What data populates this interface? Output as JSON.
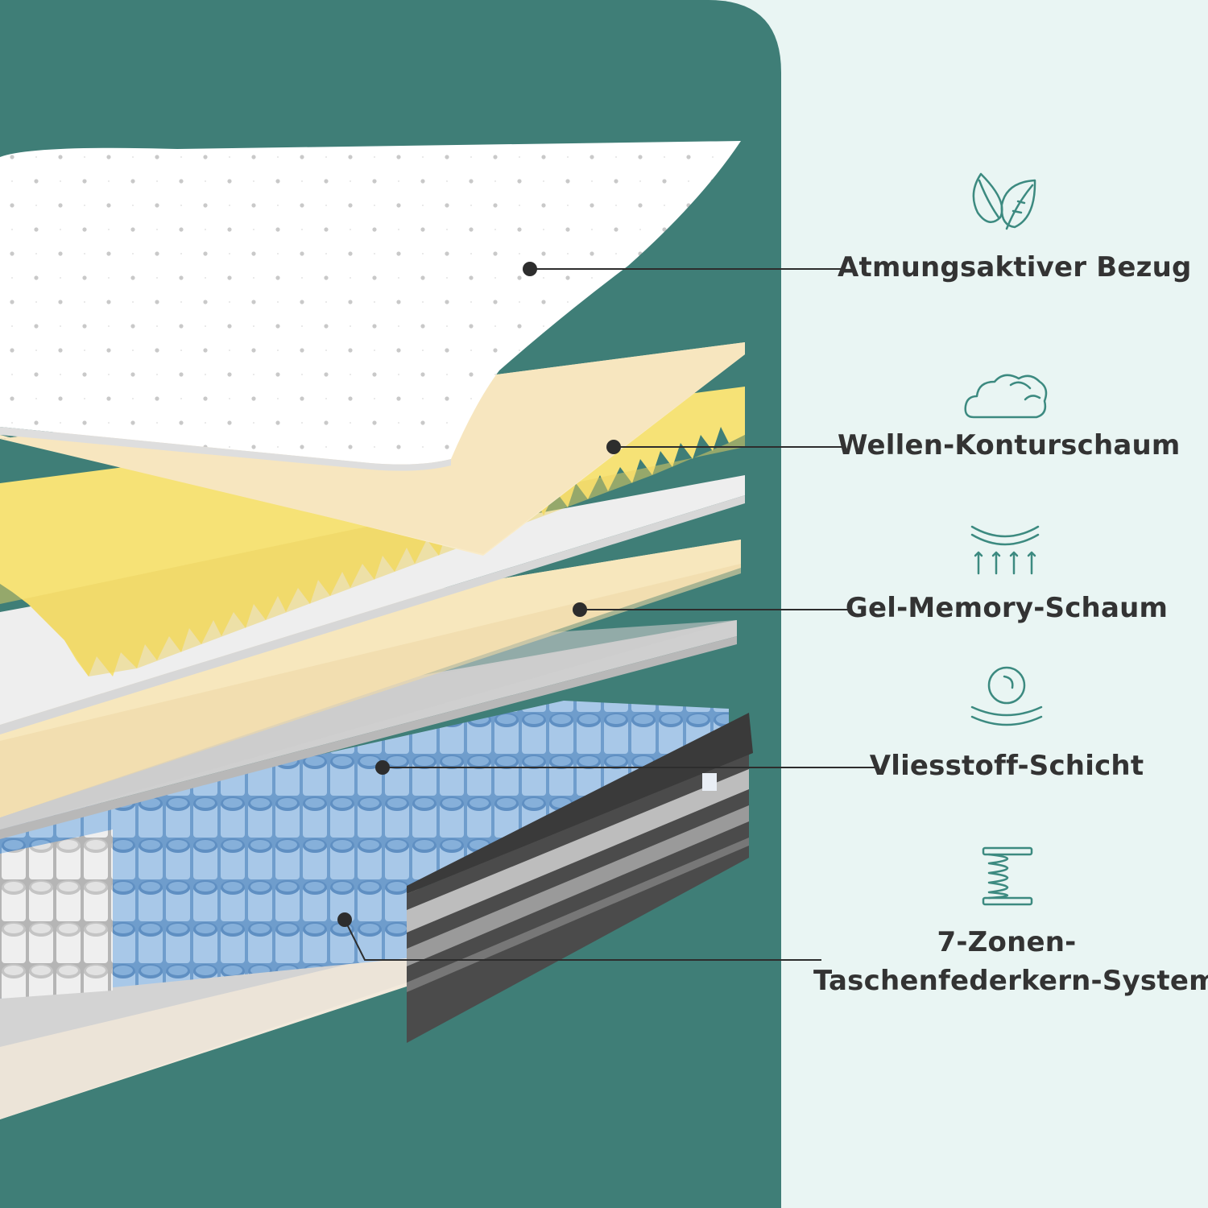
{
  "layers": [
    {
      "id": "cover",
      "label": "Atmungsaktiver Bezug",
      "icon": "leaf-icon"
    },
    {
      "id": "wave",
      "label": "Wellen-Konturschaum",
      "icon": "cloud-icon"
    },
    {
      "id": "gel",
      "label": "Gel-Memory-Schaum",
      "icon": "pressure-relief-icon"
    },
    {
      "id": "fleece",
      "label": "Vliesstoff-Schicht",
      "icon": "ball-icon"
    },
    {
      "id": "springs",
      "label_line1": "7-Zonen-",
      "label_line2": "Taschenfederkern-System",
      "icon": "spring-icon"
    }
  ],
  "colors": {
    "panel": "#3f7e77",
    "background": "#e9f5f3",
    "icon": "#3c8a80",
    "text": "#333333",
    "foam_cream": "#fbeecb",
    "foam_yellow": "#f6e276",
    "fleece_grey": "#cfcfcf",
    "springs_blue": "#a8c8e8"
  }
}
